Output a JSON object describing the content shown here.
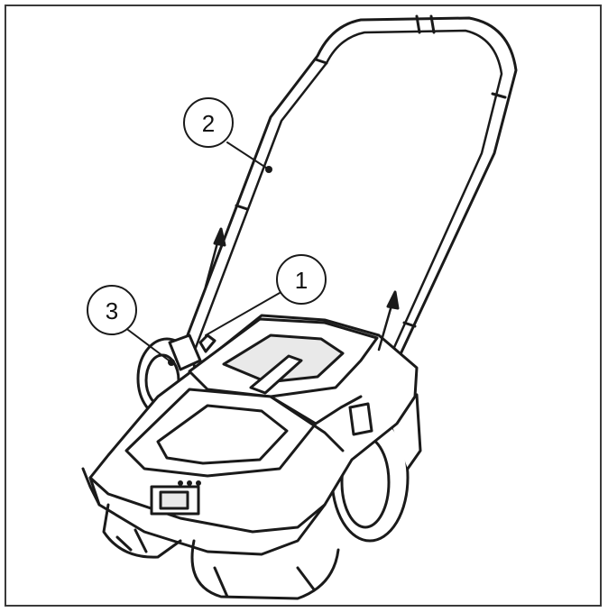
{
  "diagram": {
    "callouts": [
      {
        "id": "1",
        "label": "1"
      },
      {
        "id": "2",
        "label": "2"
      },
      {
        "id": "3",
        "label": "3"
      }
    ],
    "colors": {
      "line": "#1a1a1a",
      "fill_light": "#ffffff",
      "fill_shade": "#e9e9e9",
      "frame": "#3a3a3a"
    }
  }
}
